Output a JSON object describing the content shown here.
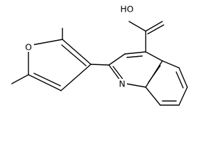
{
  "molecule": {
    "atom_labels": {
      "furan_oxygen": "O",
      "quinoline_nitrogen": "N",
      "carboxyl_hydroxyl": "HO"
    },
    "colors": {
      "bond": "#000000",
      "label": "#000000",
      "background": "#ffffff"
    }
  }
}
